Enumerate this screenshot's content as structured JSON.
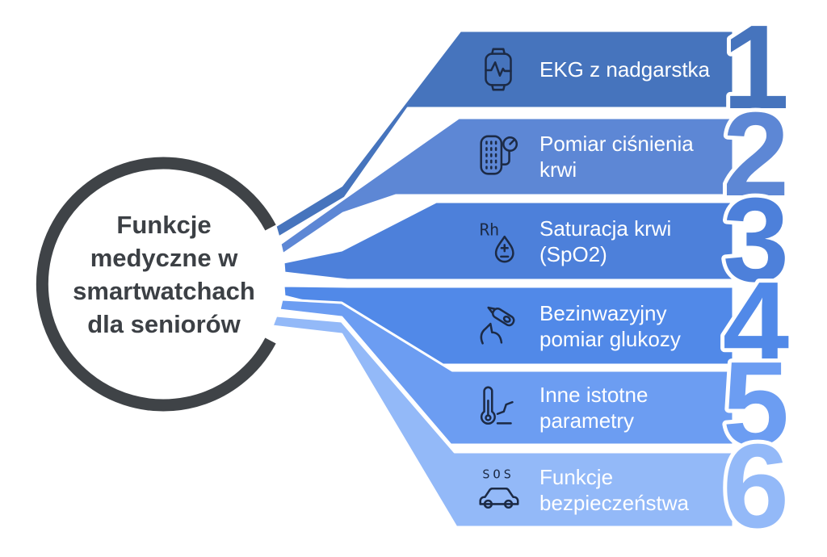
{
  "background": "#ffffff",
  "title": {
    "full_text": "Funkcje medyczne w smartwatchach dla seniorów",
    "lines": [
      "Funkcje",
      "medyczne w",
      "smartwatchach",
      "dla seniorów"
    ],
    "color": "#3c4045"
  },
  "circle": {
    "color": "#3f4347"
  },
  "label_text_color": "#ffffff",
  "items": [
    {
      "number": "1",
      "label": "EKG z nadgarstka",
      "label_lines": [
        "EKG z nadgarstka",
        ""
      ],
      "icon": "smartwatch-ekg-icon",
      "color": "#4674bd"
    },
    {
      "number": "2",
      "label": "Pomiar ciśnienia krwi",
      "label_lines": [
        "Pomiar ciśnienia",
        "krwi"
      ],
      "icon": "blood-pressure-cuff-icon",
      "color": "#5d87d5"
    },
    {
      "number": "3",
      "label": "Saturacja krwi (SpO2)",
      "label_lines": [
        "Saturacja krwi",
        "(SpO2)"
      ],
      "icon": "blood-drop-rh-icon",
      "icon_text": "Rh",
      "color": "#4d80da"
    },
    {
      "number": "4",
      "label": "Bezinwazyjny pomiar glukozy",
      "label_lines": [
        "Bezinwazyjny",
        "pomiar glukozy"
      ],
      "icon": "glucose-meter-finger-icon",
      "color": "#5189e8"
    },
    {
      "number": "5",
      "label": "Inne istotne parametry",
      "label_lines": [
        "Inne istotne",
        "parametry"
      ],
      "icon": "thermometer-graph-icon",
      "color": "#6c9df2"
    },
    {
      "number": "6",
      "label": "Funkcje bezpieczeństwa",
      "label_lines": [
        "Funkcje",
        "bezpieczeństwa"
      ],
      "icon": "sos-car-icon",
      "icon_text": "SOS",
      "color": "#93b9f8"
    }
  ]
}
